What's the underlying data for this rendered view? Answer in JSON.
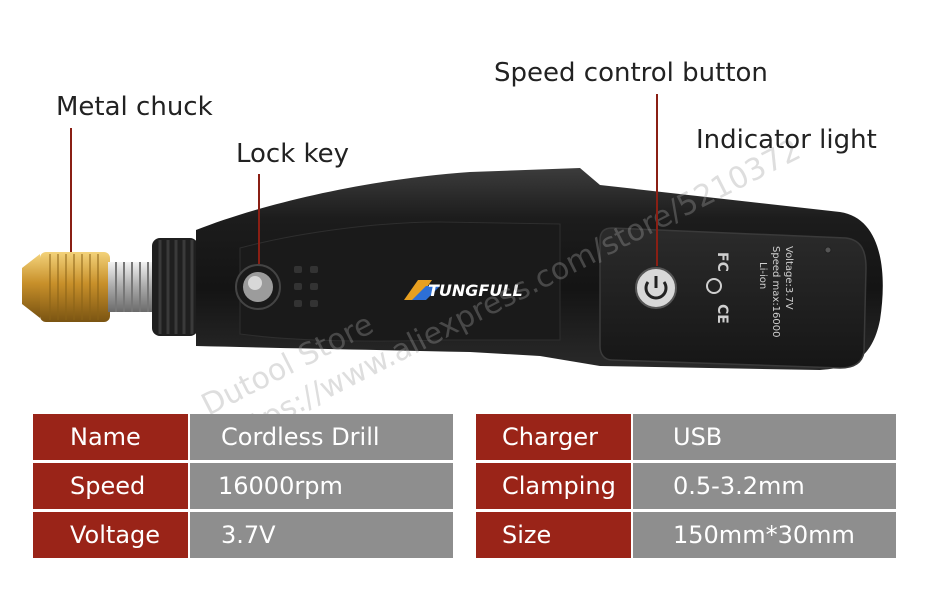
{
  "callouts": {
    "metal_chuck": "Metal chuck",
    "lock_key": "Lock key",
    "speed_button": "Speed control button",
    "indicator": "Indicator light"
  },
  "watermark": {
    "line1": "Dutool Store",
    "line2": "https://www.aliexpress.com/store/5210372"
  },
  "product": {
    "brand": "TUNGFULL",
    "panel_line1": "Voltage:3.7V",
    "panel_line2": "Speed max:16000",
    "panel_line3": "Li-ion",
    "cert_fc": "FC",
    "cert_ce": "CE"
  },
  "specs_left": [
    {
      "key": "Name",
      "value": "Cordless Drill"
    },
    {
      "key": "Speed",
      "value": "16000rpm"
    },
    {
      "key": "Voltage",
      "value": "3.7V"
    }
  ],
  "specs_right": [
    {
      "key": "Charger",
      "value": "USB"
    },
    {
      "key": "Clamping",
      "value": "0.5-3.2mm"
    },
    {
      "key": "Size",
      "value": "150mm*30mm"
    }
  ],
  "colors": {
    "accent": "#9a2418",
    "value_bg": "#8e8e8e",
    "leader": "#8a1f14"
  }
}
